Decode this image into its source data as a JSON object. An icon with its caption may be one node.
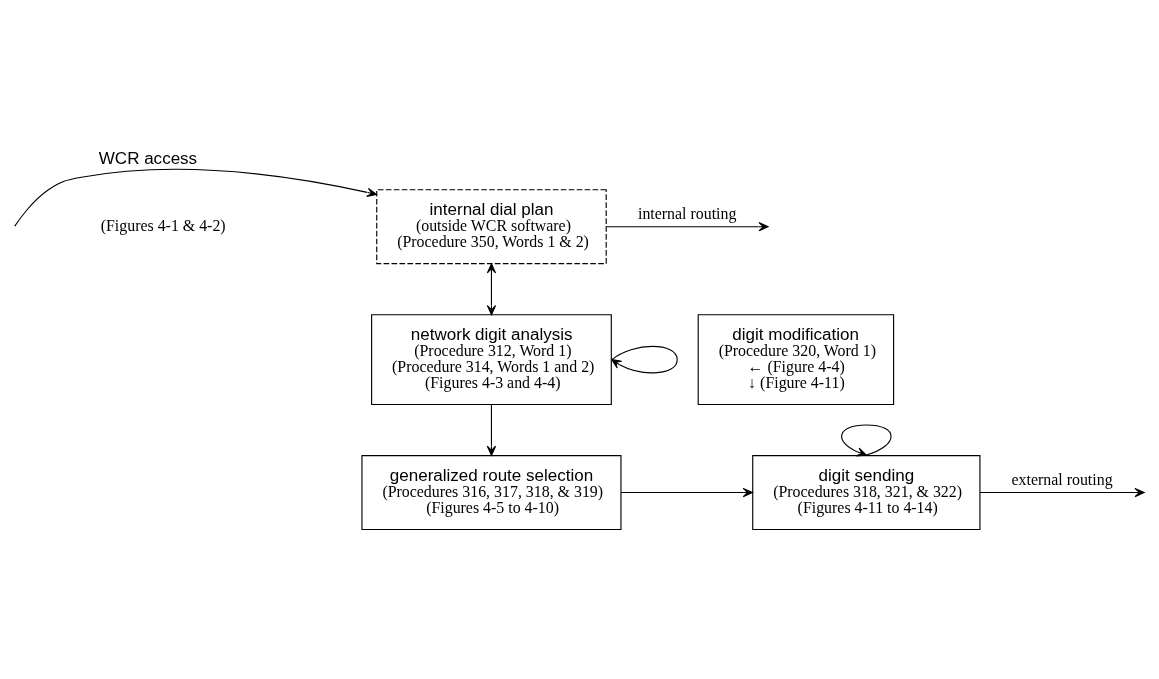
{
  "diagram": {
    "nodes": [
      {
        "text": [
          "internal dial plan",
          "(outside WCR software)",
          "(Procedure 350, Words 1 & 2)"
        ]
      },
      {
        "text": [
          "network digit analysis",
          "(Procedure 312, Word 1)",
          "(Procedure 314, Words 1 and 2)",
          "(Figures 4-3 and 4-4)"
        ]
      },
      {
        "text": [
          "digit modification",
          "(Procedure 320, Word 1)",
          "← (Figure 4-4)",
          "↓ (Figure 4-11)"
        ]
      },
      {
        "text": [
          "generalized route selection",
          "(Procedures 316, 317, 318, & 319)",
          "(Figures 4-5 to 4-10)"
        ]
      },
      {
        "text": [
          "digit sending",
          "(Procedures 318, 321, & 322)",
          "(Figures 4-11 to 4-14)"
        ]
      }
    ],
    "edges": [
      {
        "from": null,
        "to": 0,
        "arrow": "to",
        "label": "WCR access"
      },
      {
        "from": 0,
        "to": null,
        "arrow": "to",
        "label": "internal routing"
      },
      {
        "from": 0,
        "to": 1,
        "arrow": "both"
      },
      {
        "from": 1,
        "to": 1,
        "arrow": "to"
      },
      {
        "from": 4,
        "to": 4,
        "arrow": "to"
      },
      {
        "from": 1,
        "to": 3,
        "arrow": "to"
      },
      {
        "from": 3,
        "to": 4,
        "arrow": "to"
      },
      {
        "from": 4,
        "to": null,
        "arrow": "to",
        "label": "external routing"
      }
    ],
    "labels": [
      "(Figures 4-1 & 4-2)"
    ]
  }
}
